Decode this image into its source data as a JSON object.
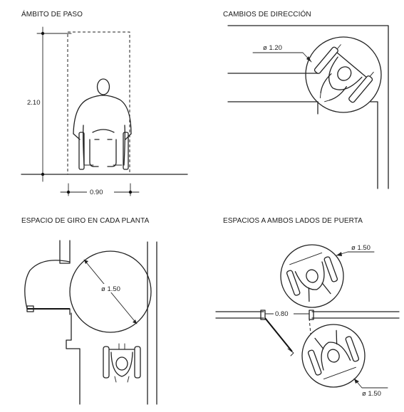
{
  "panels": [
    {
      "title": "ÁMBITO DE PASO",
      "labels": {
        "height": "2.10",
        "width": "0.90"
      }
    },
    {
      "title": "CAMBIOS DE DIRECCIÓN",
      "labels": {
        "diameter": "ø 1.20"
      }
    },
    {
      "title": "ESPACIO DE GIRO EN CADA PLANTA",
      "labels": {
        "diameter": "ø 1.50"
      }
    },
    {
      "title": "ESPACIOS A AMBOS LADOS DE PUERTA",
      "labels": {
        "diameter_top": "ø 1.50",
        "door_width": "0.80",
        "diameter_bottom": "ø 1.50"
      }
    }
  ],
  "colors": {
    "ink": "#222222",
    "paper": "#ffffff"
  },
  "icons": [
    "wheelchair-user-front-icon",
    "wheelchair-top-view-icon",
    "person-top-view-icon"
  ]
}
